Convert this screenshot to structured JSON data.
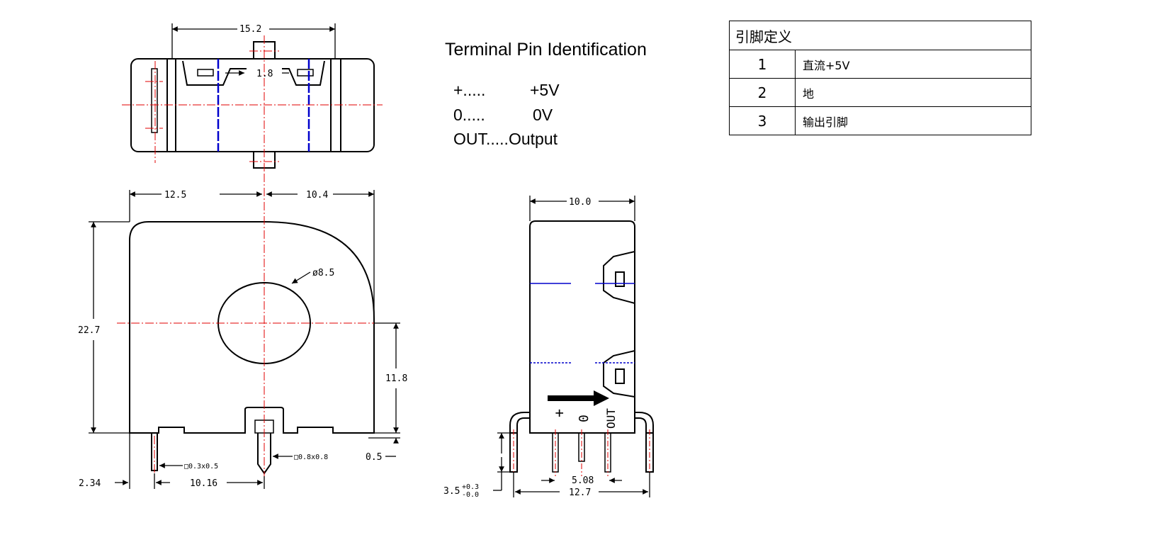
{
  "terminal": {
    "title": "Terminal Pin Identification",
    "rows": [
      {
        "symbol": "+.....",
        "value": "+5V"
      },
      {
        "symbol": "0.....",
        "value": "0V"
      },
      {
        "symbol": "OUT.....",
        "value": "Output"
      }
    ]
  },
  "table": {
    "header": "引脚定义",
    "rows": [
      {
        "num": "1",
        "definition": "直流+5V"
      },
      {
        "num": "2",
        "definition": "地"
      },
      {
        "num": "3",
        "definition": "输出引脚"
      }
    ]
  },
  "dimensions": {
    "top_width": "15.2",
    "top_pin_gap": "1.8",
    "left_width": "12.5",
    "right_width": "10.4",
    "hole_diameter": "ø8.5",
    "height": "22.7",
    "hole_center_height": "11.8",
    "base_offset": "0.5",
    "pin_small": "□0.3x0.5",
    "pin_center": "□0.8x0.8",
    "edge_offset": "2.34",
    "pin_pitch": "10.16",
    "side_width": "10.0",
    "pin_length": "3.5",
    "pin_length_tol_plus": "+0.3",
    "pin_length_tol_minus": "-0.0",
    "side_pin_pitch": "5.08",
    "side_total_width": "12.7"
  },
  "pin_labels": {
    "plus": "+",
    "zero": "0",
    "out": "OUT"
  },
  "colors": {
    "centerline": "#e00000",
    "hidden_line": "#0000cc",
    "outline": "#000000"
  }
}
